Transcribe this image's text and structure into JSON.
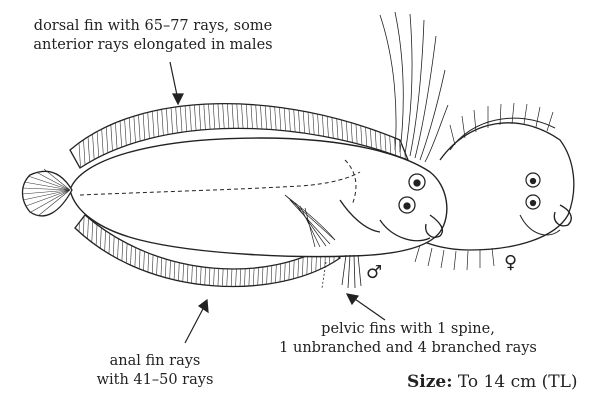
{
  "annotations": {
    "dorsal": [
      "dorsal fin with 65–77 rays, some",
      "anterior rays elongated in males"
    ],
    "pelvic": [
      "pelvic fins with 1 spine,",
      "1 unbranched and 4 branched rays"
    ],
    "anal": [
      "anal fin rays",
      "with 41–50 rays"
    ]
  },
  "size": {
    "label": "Size:",
    "value": " To 14 cm (TL)"
  },
  "symbols": {
    "male": "♂",
    "female": "♀"
  },
  "colors": {
    "ink": "#222222",
    "background": "#ffffff"
  }
}
